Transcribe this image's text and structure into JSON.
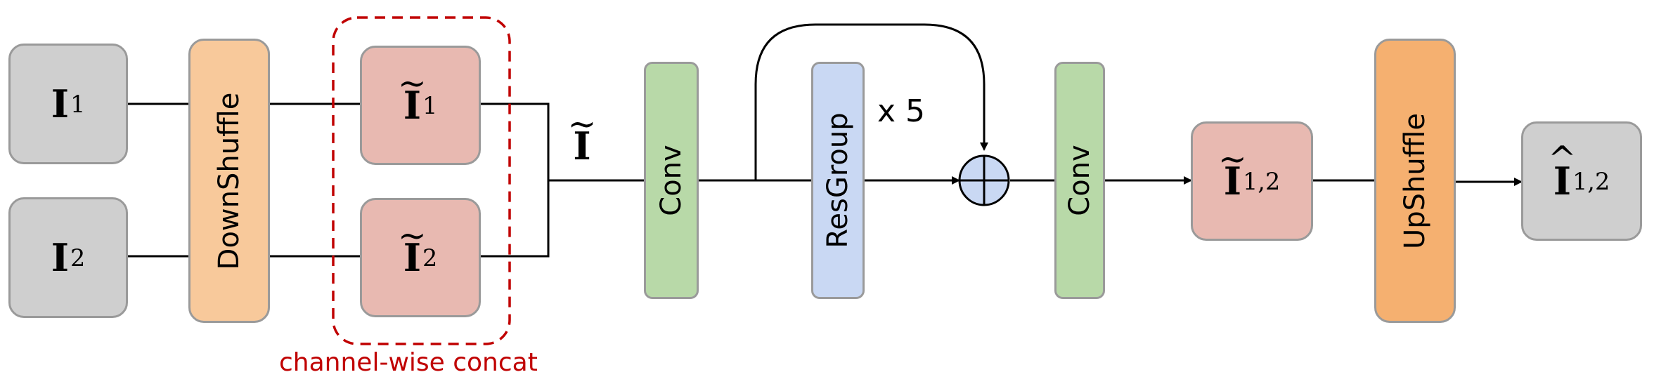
{
  "inputs": [
    {
      "symbol": "I",
      "subscript": "1"
    },
    {
      "symbol": "I",
      "subscript": "2"
    }
  ],
  "downshuffle_label": "DownShuffle",
  "shuffled": [
    {
      "symbol": "I",
      "accent": "~",
      "subscript": "1"
    },
    {
      "symbol": "I",
      "accent": "~",
      "subscript": "2"
    }
  ],
  "concat_label": "channel-wise concat",
  "merged": {
    "symbol": "I",
    "accent": "~"
  },
  "conv_label": "Conv",
  "resgroup_label": "ResGroup",
  "repeat_label": "x 5",
  "add_symbol": "⊕",
  "conv2_label": "Conv",
  "feature_out": {
    "symbol": "I",
    "accent": "~",
    "subscript": "1,2"
  },
  "upshuffle_label": "UpShuffle",
  "output": {
    "symbol": "I",
    "accent": "^",
    "subscript": "1,2"
  },
  "colors": {
    "gray": "#cfcfcf",
    "pink": "#e8b9b1",
    "orange_light": "#f8c99b",
    "orange_dark": "#f5b070",
    "green": "#b8d9a8",
    "blue": "#c9d8f3",
    "concat_red": "#c00000"
  }
}
